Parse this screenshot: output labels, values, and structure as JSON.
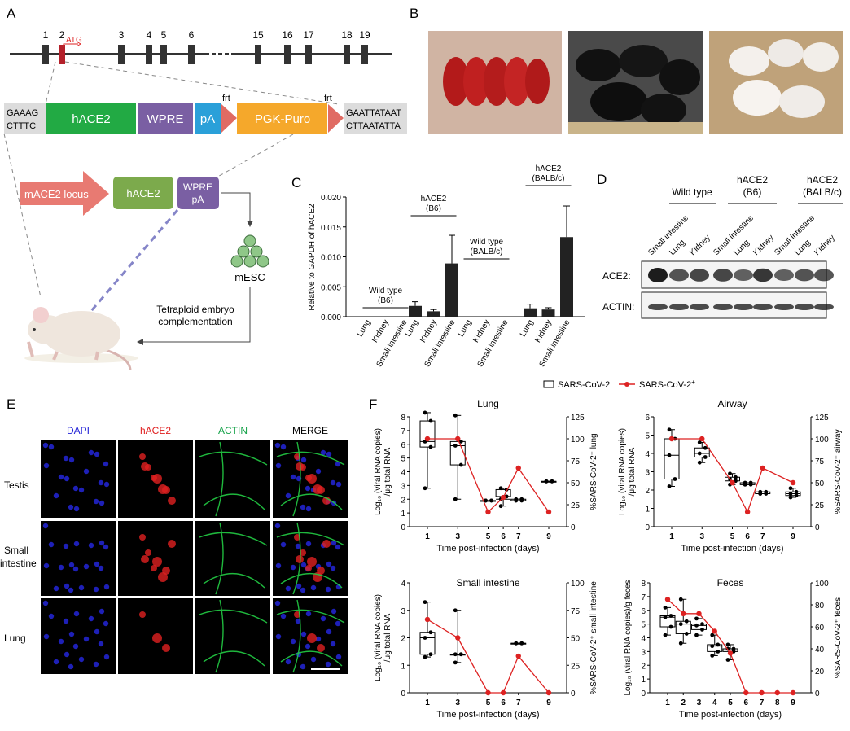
{
  "panels": {
    "a": "A",
    "b": "B",
    "c": "C",
    "d": "D",
    "e": "E",
    "f": "F"
  },
  "panel_a": {
    "exons": [
      "1",
      "2",
      "3",
      "4",
      "5",
      "6",
      "15",
      "16",
      "17",
      "18",
      "19"
    ],
    "atg": "ATG",
    "left_seq": [
      "GAAAG",
      "CTTTC"
    ],
    "right_seq": [
      "GAATTATAAT",
      "CTTAATATTA"
    ],
    "cassette": [
      "hACE2",
      "WPRE",
      "pA",
      "PGK-Puro"
    ],
    "frt": "frt",
    "locus": "mACE2 locus",
    "hace2": "hACE2",
    "wpre_pa": [
      "WPRE",
      "pA"
    ],
    "mesc": "mESC",
    "tetraploid": [
      "Tetraploid embryo",
      "complementation"
    ]
  },
  "panel_b": {
    "photos": [
      "pups-photo",
      "black-mice-photo",
      "white-mice-photo"
    ]
  },
  "panel_c": {
    "ylabel": "Relative to GAPDH of hACE2",
    "yticks": [
      "0.000",
      "0.005",
      "0.010",
      "0.015",
      "0.020"
    ],
    "groups": [
      {
        "label": [
          "Wild type",
          "(B6)"
        ]
      },
      {
        "label": [
          "hACE2",
          "(B6)"
        ]
      },
      {
        "label": [
          "Wild type",
          "(BALB/c)"
        ]
      },
      {
        "label": [
          "hACE2",
          "(BALB/c)"
        ]
      }
    ],
    "tissues": [
      "Lung",
      "Kidney",
      "Small intestine"
    ],
    "chart_data": {
      "type": "bar",
      "ylabel": "Relative to GAPDH of hACE2",
      "ylim": [
        0,
        0.02
      ],
      "categories": [
        "Lung",
        "Kidney",
        "Small intestine",
        "Lung",
        "Kidney",
        "Small intestine",
        "Lung",
        "Kidney",
        "Small intestine",
        "Lung",
        "Kidney",
        "Small intestine"
      ],
      "values": [
        0,
        0,
        0,
        0.0018,
        0.0009,
        0.0089,
        0,
        0,
        0,
        0.0014,
        0.0012,
        0.0133
      ],
      "errors": [
        0,
        0,
        0,
        0.0007,
        0.0003,
        0.0047,
        0,
        0,
        0,
        0.0007,
        0.0003,
        0.0052
      ]
    }
  },
  "panel_d": {
    "groups": [
      [
        "Wild type"
      ],
      [
        "hACE2",
        "(B6)"
      ],
      [
        "hACE2",
        "(BALB/c)"
      ]
    ],
    "lanes": [
      "Small intestine",
      "Lung",
      "Kidney",
      "Small intestine",
      "Lung",
      "Kidney",
      "Small intestine",
      "Lung",
      "Kidney"
    ],
    "rows": [
      "ACE2:",
      "ACTIN:"
    ]
  },
  "panel_e": {
    "cols": [
      "DAPI",
      "hACE2",
      "ACTIN",
      "MERGE"
    ],
    "col_colors": [
      "#1f1fd6",
      "#e02020",
      "#16a34a",
      "#000000"
    ],
    "rows": [
      "Testis",
      "Small",
      "intestine",
      "Lung"
    ]
  },
  "panel_f": {
    "legend": {
      "box": "SARS-CoV-2",
      "line": "SARS-CoV-2",
      "sup": "+"
    },
    "xlabel": "Time post-infection (days)",
    "ylabel_rna": "Log₁₀ (viral RNA copies)",
    "ylabel_rna2": "/μg total RNA",
    "ylabel_feces": "Log₁₀ (viral RNA copies)/g feces",
    "plots": [
      {
        "title": "Lung",
        "right": "%SARS-CoV-2⁺ lung",
        "xticks": [
          "1",
          "3",
          "5",
          "6",
          "7",
          "9"
        ],
        "yticks": [
          "0",
          "1",
          "2",
          "3",
          "4",
          "5",
          "6",
          "7",
          "8"
        ],
        "rticks": [
          "0",
          "25",
          "50",
          "75",
          "100",
          "125"
        ],
        "chart_data": {
          "type": "line",
          "x": [
            1,
            3,
            5,
            6,
            7,
            9
          ],
          "series": [
            {
              "name": "SARS-CoV-2⁺",
              "values": [
                100,
                100,
                16.7,
                33.3,
                66.7,
                16.7
              ]
            }
          ],
          "ylim": [
            0,
            8
          ],
          "y2lim": [
            0,
            125
          ]
        }
      },
      {
        "title": "Airway",
        "right": "%SARS-CoV-2⁺ airway",
        "xticks": [
          "1",
          "3",
          "5",
          "6",
          "7",
          "9"
        ],
        "yticks": [
          "0",
          "1",
          "2",
          "3",
          "4",
          "5",
          "6"
        ],
        "rticks": [
          "0",
          "25",
          "50",
          "75",
          "100",
          "125"
        ],
        "chart_data": {
          "type": "line",
          "x": [
            1,
            3,
            5,
            6,
            7,
            9
          ],
          "series": [
            {
              "name": "SARS-CoV-2⁺",
              "values": [
                100,
                100,
                50,
                16.7,
                66.7,
                50
              ]
            }
          ],
          "ylim": [
            0,
            6
          ],
          "y2lim": [
            0,
            125
          ]
        }
      },
      {
        "title": "Small intestine",
        "right": "%SARS-CoV-2⁺ small intestine",
        "xticks": [
          "1",
          "3",
          "5",
          "6",
          "7",
          "9"
        ],
        "yticks": [
          "0",
          "1",
          "2",
          "3",
          "4"
        ],
        "rticks": [
          "0",
          "25",
          "50",
          "75",
          "100"
        ],
        "chart_data": {
          "type": "line",
          "x": [
            1,
            3,
            5,
            6,
            7,
            9
          ],
          "series": [
            {
              "name": "SARS-CoV-2⁺",
              "values": [
                66.7,
                50,
                0,
                0,
                33.3,
                0
              ]
            }
          ],
          "ylim": [
            0,
            4
          ],
          "y2lim": [
            0,
            100
          ]
        }
      },
      {
        "title": "Feces",
        "right": "%SARS-CoV-2⁺ feces",
        "xticks": [
          "1",
          "2",
          "3",
          "4",
          "5",
          "6",
          "7",
          "8",
          "9"
        ],
        "yticks": [
          "0",
          "1",
          "2",
          "3",
          "4",
          "5",
          "6",
          "7",
          "8"
        ],
        "rticks": [
          "0",
          "20",
          "40",
          "60",
          "80",
          "100"
        ],
        "chart_data": {
          "type": "line",
          "x": [
            1,
            2,
            3,
            4,
            5,
            6,
            7,
            8,
            9
          ],
          "series": [
            {
              "name": "SARS-CoV-2⁺",
              "values": [
                85,
                72,
                72,
                56,
                36,
                0,
                0,
                0,
                0
              ]
            }
          ],
          "ylim": [
            0,
            8
          ],
          "y2lim": [
            0,
            100
          ]
        }
      }
    ]
  }
}
